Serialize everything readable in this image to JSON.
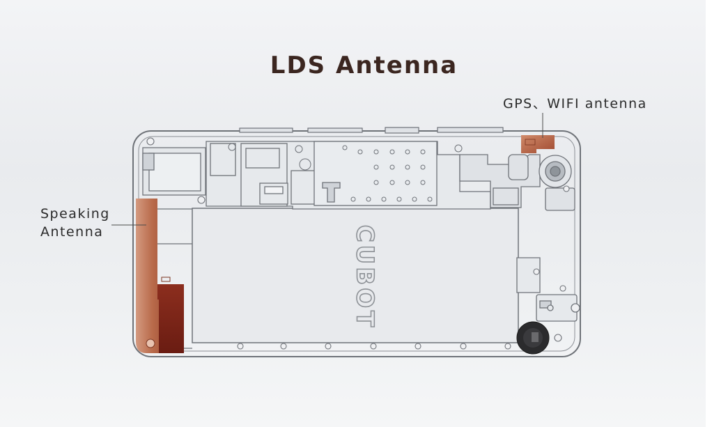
{
  "title": "LDS Antenna",
  "labels": {
    "gps_wifi": "GPS、WIFI antenna",
    "speaking_line1": "Speaking",
    "speaking_line2": "Antenna"
  },
  "brand_watermark": "CUBOT",
  "colors": {
    "title": "#3b2620",
    "antenna_copper": "#b0603f",
    "antenna_dark": "#7a2418",
    "outline": "#6e7278",
    "background": "#eceef0"
  }
}
